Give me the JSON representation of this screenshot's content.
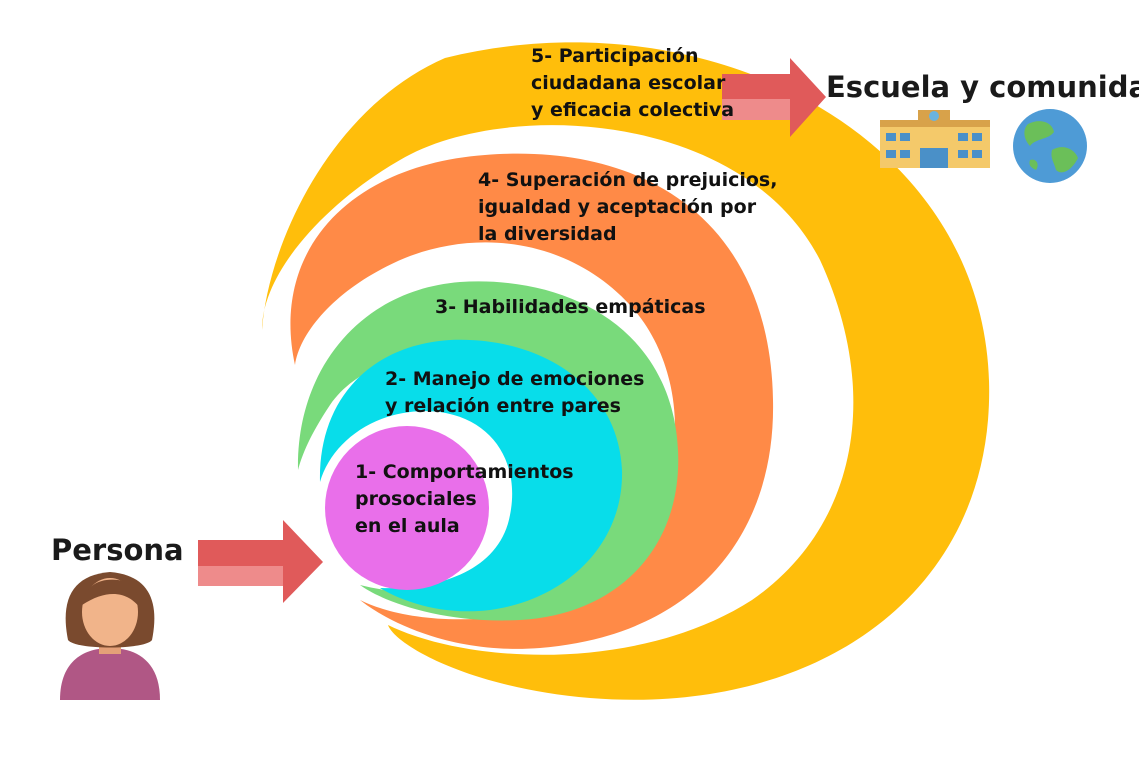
{
  "levels": [
    {
      "number": "1-",
      "lines": [
        "1- Comportamientos",
        "prosociales",
        "en el aula"
      ],
      "color": "#E96FEA"
    },
    {
      "number": "2-",
      "lines": [
        "2- Manejo de emociones",
        "y relación entre pares"
      ],
      "color": "#08DDEA"
    },
    {
      "number": "3-",
      "lines": [
        "3- Habilidades empáticas"
      ],
      "color": "#79DA7B"
    },
    {
      "number": "4-",
      "lines": [
        "4- Superación de prejuicios,",
        "igualdad y aceptación por",
        "la diversidad"
      ],
      "color": "#FF8A47"
    },
    {
      "number": "5-",
      "lines": [
        "5- Participación",
        "ciudadana escolar",
        "y eficacia colectiva"
      ],
      "color": "#FFBE0B"
    }
  ],
  "start_label": "Persona",
  "end_label": "Escuela y comunidad",
  "colors": {
    "arrow": "#E05A5A",
    "arrow_light": "#EE8B8B",
    "text": "#111111"
  },
  "icons": [
    "person-icon",
    "school-icon",
    "globe-icon"
  ]
}
